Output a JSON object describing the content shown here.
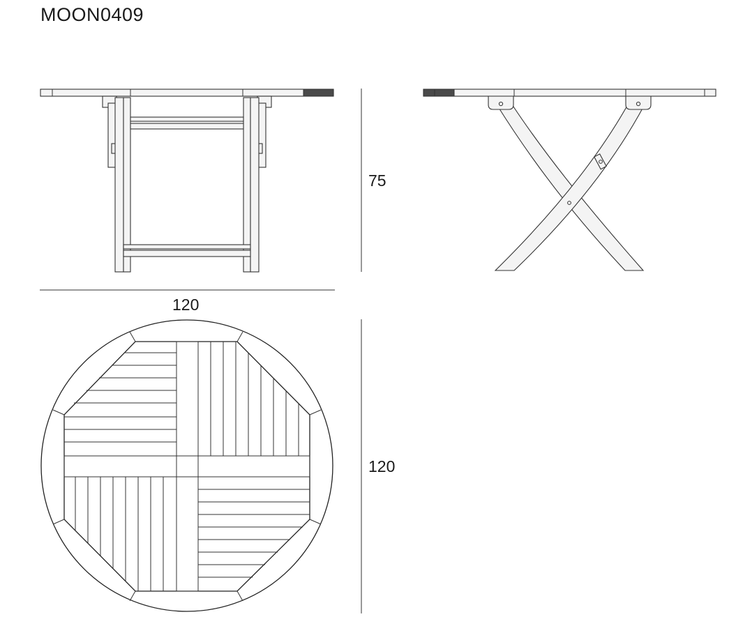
{
  "title": "MOON0409",
  "dimensions": {
    "height": "75",
    "width": "120",
    "depth": "120"
  },
  "colors": {
    "line": "#222222",
    "wood_fill": "#f4f4f4",
    "dark_slat": "#4a4a4a"
  }
}
